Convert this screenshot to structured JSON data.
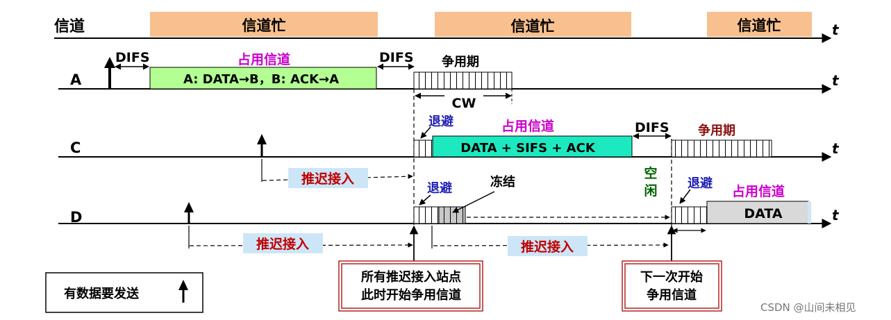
{
  "channel_row": {
    "label": "信道",
    "busy_label": "信道忙",
    "time_label": "t"
  },
  "stations": {
    "a": "A",
    "c": "C",
    "d": "D"
  },
  "labels": {
    "difs": "DIFS",
    "occupy": "占用信道",
    "contention": "争用期",
    "cw": "CW",
    "backoff": "退避",
    "defer": "推迟接入",
    "freeze": "冻结",
    "idle_1": "空",
    "idle_2": "闲",
    "time": "t"
  },
  "frames": {
    "a_frame": "A: DATA→B，B: ACK→A",
    "c_frame": "DATA  + SIFS + ACK",
    "d_frame": "DATA"
  },
  "notes": {
    "note1_line1": "所有推迟接入站点",
    "note1_line2": "此时开始争用信道",
    "note2_line1": "下一次开始",
    "note2_line2": "争用信道"
  },
  "legend": {
    "text": "有数据要发送"
  },
  "watermark": "CSDN @山间未相见",
  "colors": {
    "busy": "#f9c08f",
    "a_frame": "#b3ff94",
    "c_frame": "#1de9c0",
    "d_frame": "#d9d9d9",
    "defer_bg": "#cde6f7",
    "occupy_text": "#cc00cc",
    "defer_text": "#c00000",
    "backoff_text": "#1f1fb4",
    "idle_text": "#006400",
    "contention_c": "#8b1010",
    "note_border": "#b22222"
  }
}
